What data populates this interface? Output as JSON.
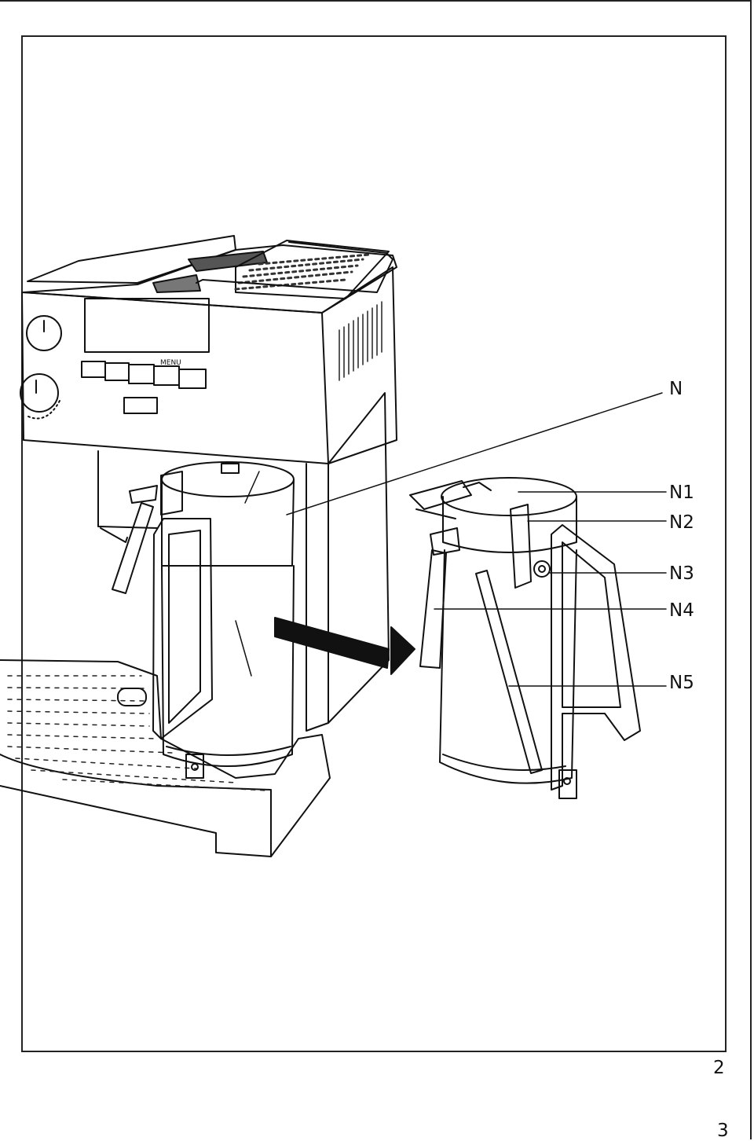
{
  "figure": {
    "callouts": [
      {
        "id": "N",
        "text": "N"
      },
      {
        "id": "N1",
        "text": "N1"
      },
      {
        "id": "N2",
        "text": "N2"
      },
      {
        "id": "N3",
        "text": "N3"
      },
      {
        "id": "N4",
        "text": "N4"
      },
      {
        "id": "N5",
        "text": "N5"
      }
    ],
    "panel_labels": {
      "menu": "MENU"
    }
  },
  "page_numbers": {
    "inner": "2",
    "outer": "3"
  }
}
